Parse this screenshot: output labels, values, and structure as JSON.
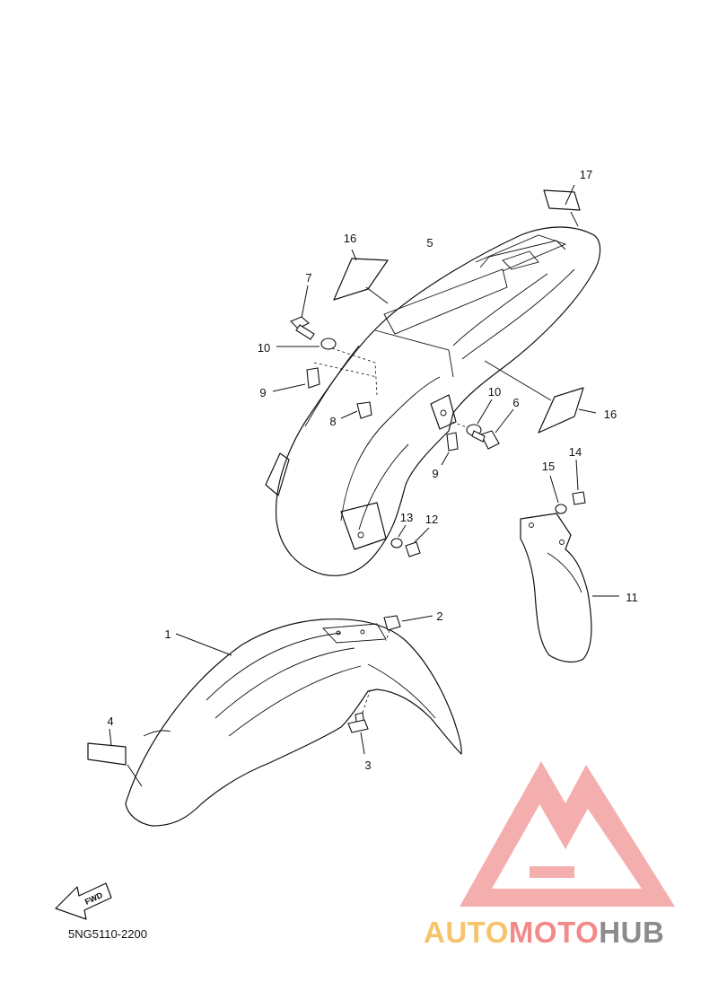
{
  "diagram": {
    "part_code": "5NG5110-2200",
    "fwd_label": "FWD",
    "callouts": {
      "c1": "1",
      "c2": "2",
      "c3": "3",
      "c4": "4",
      "c5": "5",
      "c6": "6",
      "c7": "7",
      "c8": "8",
      "c9a": "9",
      "c9b": "9",
      "c10a": "10",
      "c10b": "10",
      "c11": "11",
      "c12": "12",
      "c13": "13",
      "c14": "14",
      "c15": "15",
      "c16a": "16",
      "c16b": "16",
      "c17": "17"
    }
  },
  "watermark": {
    "part1": "AUTO",
    "part2": "MOTO",
    "part3": "HUB",
    "color_auto": "#f6c46a",
    "color_moto": "#f28a8a",
    "color_hub": "#8c8c8c",
    "logo_color": "#f4a0a0"
  }
}
